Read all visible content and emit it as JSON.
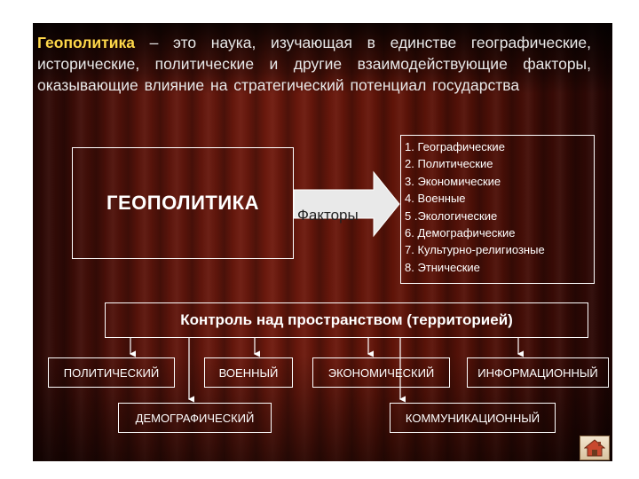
{
  "intro": {
    "term": "Геополитика",
    "definition": " – это наука, изучающая в единстве географические, исторические, политические и другие взаимодействующие факторы, оказывающие влияние на стратегический потенциал государства"
  },
  "diagram": {
    "main_box": "ГЕОПОЛИТИКА",
    "arrow_label": "Факторы",
    "factors": [
      "1. Географические",
      "2. Политические",
      "3. Экономические",
      "4. Военные",
      "5 .Экологические",
      "6. Демографические",
      "7. Культурно-религиозные",
      "8. Этнические"
    ],
    "control": "Контроль над пространством (территорией)",
    "types_row1": [
      "ПОЛИТИЧЕСКИЙ",
      "ВОЕННЫЙ",
      "ЭКОНОМИЧЕСКИЙ",
      "ИНФОРМАЦИОННЫЙ"
    ],
    "types_row2": [
      "ДЕМОГРАФИЧЕСКИЙ",
      "КОММУНИКАЦИОННЫЙ"
    ]
  },
  "colors": {
    "term_highlight": "#ffd84a",
    "text": "#ffffff",
    "background": "#5a140b"
  },
  "icons": {
    "home_button": "home-icon"
  }
}
